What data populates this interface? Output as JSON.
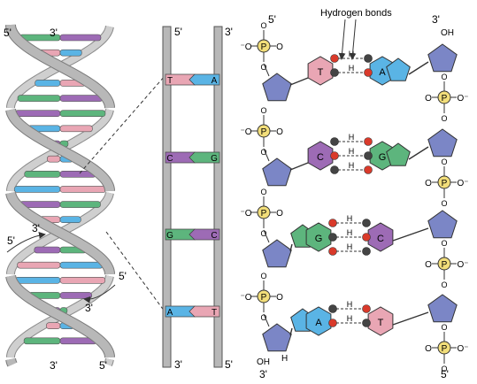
{
  "colors": {
    "A": "#5ab4e5",
    "T": "#e9a6b4",
    "G": "#5db57d",
    "C": "#9d6bb5",
    "sugar": "#7b86c6",
    "phosphate": "#f2de7a",
    "backbone": "#b8b8b8",
    "oxygen": "#d93a2b",
    "hydrogen": "#444444"
  },
  "helix": {
    "labels": {
      "top_left": "5'",
      "top_right": "3'",
      "mid_left": "5'",
      "mid_top": "3'",
      "mid_right": "5'",
      "mid_bottom": "3'",
      "bottom_left": "3'",
      "bottom_right": "5'"
    },
    "rungs": [
      [
        "G",
        "C"
      ],
      [
        "T",
        "A"
      ],
      [
        "C",
        "G"
      ],
      [
        "A",
        "T"
      ],
      [
        "G",
        "C"
      ],
      [
        "C",
        "G"
      ],
      [
        "A",
        "T"
      ],
      [
        "C",
        "G"
      ],
      [
        "T",
        "A"
      ],
      [
        "G",
        "C"
      ],
      [
        "A",
        "T"
      ],
      [
        "C",
        "G"
      ],
      [
        "T",
        "A"
      ],
      [
        "G",
        "C"
      ],
      [
        "C",
        "G"
      ],
      [
        "T",
        "A"
      ],
      [
        "A",
        "T"
      ],
      [
        "G",
        "C"
      ],
      [
        "C",
        "G"
      ],
      [
        "T",
        "A"
      ],
      [
        "G",
        "C"
      ]
    ]
  },
  "ladder": {
    "labels": {
      "top_left": "5'",
      "top_right": "3'",
      "bottom_left": "3'",
      "bottom_right": "5'"
    },
    "pairs": [
      {
        "left": "T",
        "right": "A"
      },
      {
        "left": "C",
        "right": "G"
      },
      {
        "left": "G",
        "right": "C"
      },
      {
        "left": "A",
        "right": "T"
      }
    ]
  },
  "chem": {
    "hbond_title": "Hydrogen bonds",
    "top_left": "5'",
    "top_right": "3'",
    "top_right_oh": "OH",
    "bottom_left_oh": "OH",
    "bottom_left": "3'",
    "bottom_right": "5'",
    "h_label": "H",
    "o_label": "O",
    "phosphate_label": "P",
    "o_minus": "O⁻",
    "minus_o": "⁻O",
    "pairs": [
      {
        "left": "T",
        "right": "A"
      },
      {
        "left": "C",
        "right": "G"
      },
      {
        "left": "G",
        "right": "C"
      },
      {
        "left": "A",
        "right": "T"
      }
    ]
  }
}
